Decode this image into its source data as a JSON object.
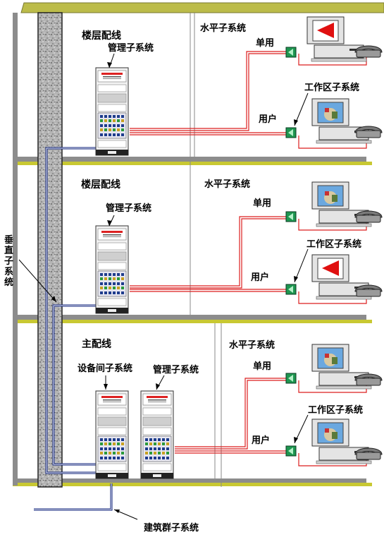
{
  "floors": [
    {
      "distribution_label": "楼层配线",
      "management_label": "管理子系统",
      "horizontal_label": "水平子系统",
      "work_area_label": "工作区子系统",
      "outlet_labels": [
        "单用",
        "用户"
      ]
    },
    {
      "distribution_label": "楼层配线",
      "management_label": "管理子系统",
      "horizontal_label": "水平子系统",
      "work_area_label": "工作区子系统",
      "outlet_labels": [
        "单用",
        "用户"
      ]
    },
    {
      "distribution_label": "主配线",
      "equipment_room_label": "设备间子系统",
      "management_label": "管理子系统",
      "horizontal_label": "水平子系统",
      "work_area_label": "工作区子系统",
      "outlet_labels": [
        "单用",
        "用户"
      ]
    }
  ],
  "vertical_label": "垂直子系统",
  "campus_label": "建筑群子系统",
  "colors": {
    "floor_slab": "#8c8c8c",
    "floor_edge": "#c8c832",
    "riser_cable": "#0a1e78",
    "horizontal_cable": "#dc1e1e",
    "outlet": "#1e9650",
    "rack": "#f0f0f0"
  }
}
